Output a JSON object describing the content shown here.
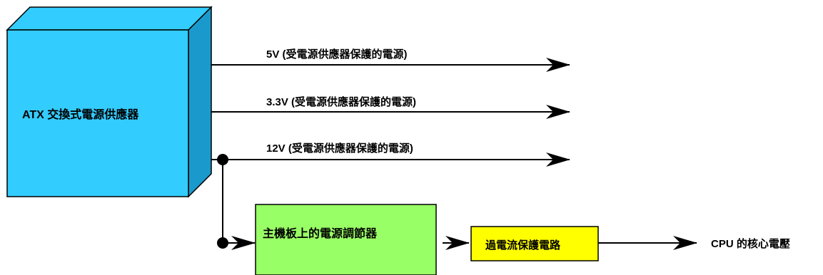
{
  "psu": {
    "label": "ATX 交換式電源供應器",
    "color": "#33ccff"
  },
  "rails": [
    {
      "label": "5V (受電源供應器保護的電源)"
    },
    {
      "label": "3.3V (受電源供應器保護的電源)"
    },
    {
      "label": "12V (受電源供應器保護的電源)"
    }
  ],
  "regulator": {
    "label": "主機板上的電源調節器",
    "color": "#99ff66"
  },
  "protection": {
    "label": "過電流保護電路",
    "color": "#ffff00"
  },
  "output": {
    "label": "CPU 的核心電壓"
  }
}
